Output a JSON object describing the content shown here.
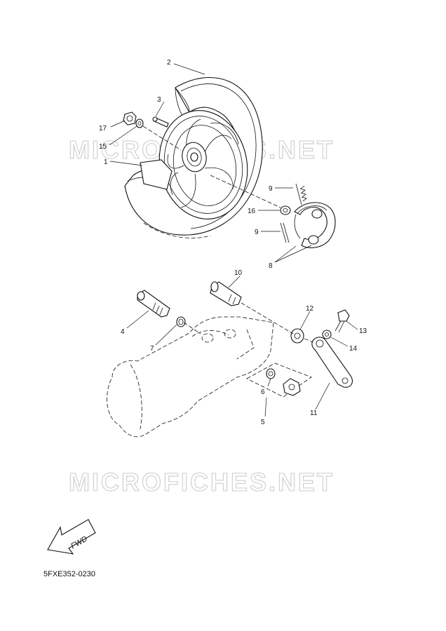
{
  "watermark": "MICROFICHES.NET",
  "diagram_code": "5FXE352-0230",
  "fwd_label": "FWD",
  "callouts": {
    "c1": "1",
    "c2": "2",
    "c3": "3",
    "c4": "4",
    "c5": "5",
    "c6": "6",
    "c7": "7",
    "c8": "8",
    "c9a": "9",
    "c9b": "9",
    "c10": "10",
    "c11": "11",
    "c12": "12",
    "c13": "13",
    "c14": "14",
    "c15": "15",
    "c16": "16",
    "c17": "17"
  }
}
